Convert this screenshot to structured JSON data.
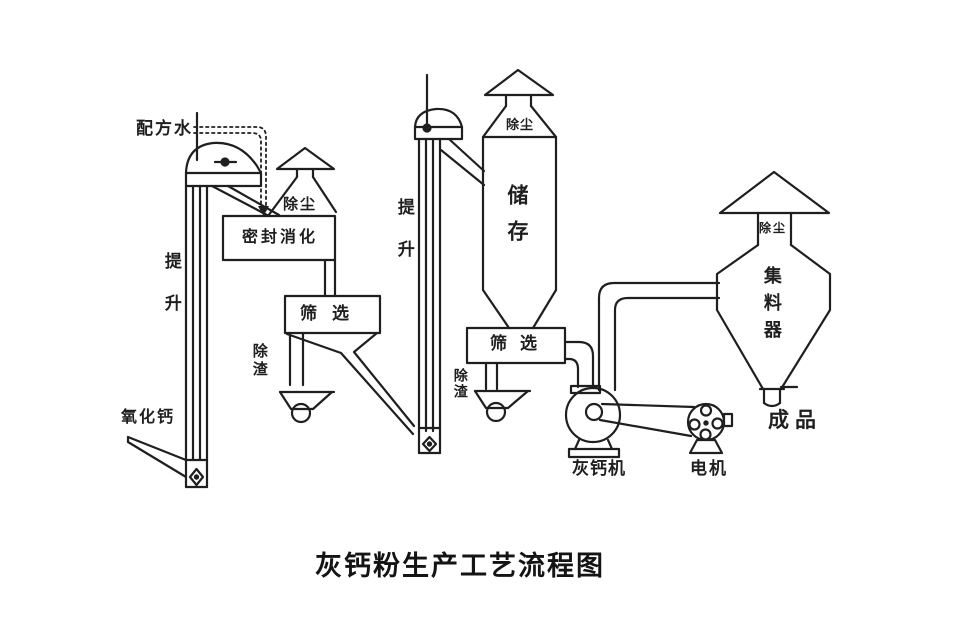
{
  "page": {
    "background": "#ffffff",
    "ink": "#1f1f1f"
  },
  "title": "灰钙粉生产工艺流程图",
  "equipment": {
    "elevator_left": "提升",
    "elevator_middle": "提升",
    "digester": "密封消化",
    "screen_1": "筛选",
    "screen_2": "筛选",
    "storage_silo": "储存",
    "collector": "集料器",
    "lime_mill": "灰钙机",
    "motor": "电机"
  },
  "streams": {
    "formula_water": "配方水",
    "calcium_oxide": "氧化钙",
    "dust_vent_digester": "除尘",
    "dust_vent_storage": "除尘",
    "dust_vent_collector": "除尘",
    "slag_out_1": "除渣",
    "slag_out_2": "除渣",
    "finished_product": "成品"
  }
}
